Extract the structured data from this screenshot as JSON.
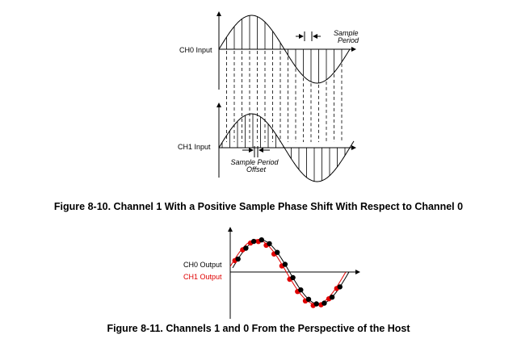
{
  "figure_10": {
    "caption": "Figure 8-10. Channel 1 With a Positive Sample Phase Shift With Respect to Channel 0",
    "ch0_label": "CH0 Input",
    "ch1_label": "CH1 Input",
    "sample_period_label_line1": "Sample",
    "sample_period_label_line2": "Period",
    "offset_label_line1": "Sample Period",
    "offset_label_line2": "Offset"
  },
  "figure_11": {
    "caption": "Figure 8-11. Channels 1 and 0 From the Perspective of the Host",
    "ch0_label": "CH0 Output",
    "ch1_label": "CH1 Output"
  },
  "colors": {
    "ch0": "#000000",
    "ch1": "#e00000"
  }
}
